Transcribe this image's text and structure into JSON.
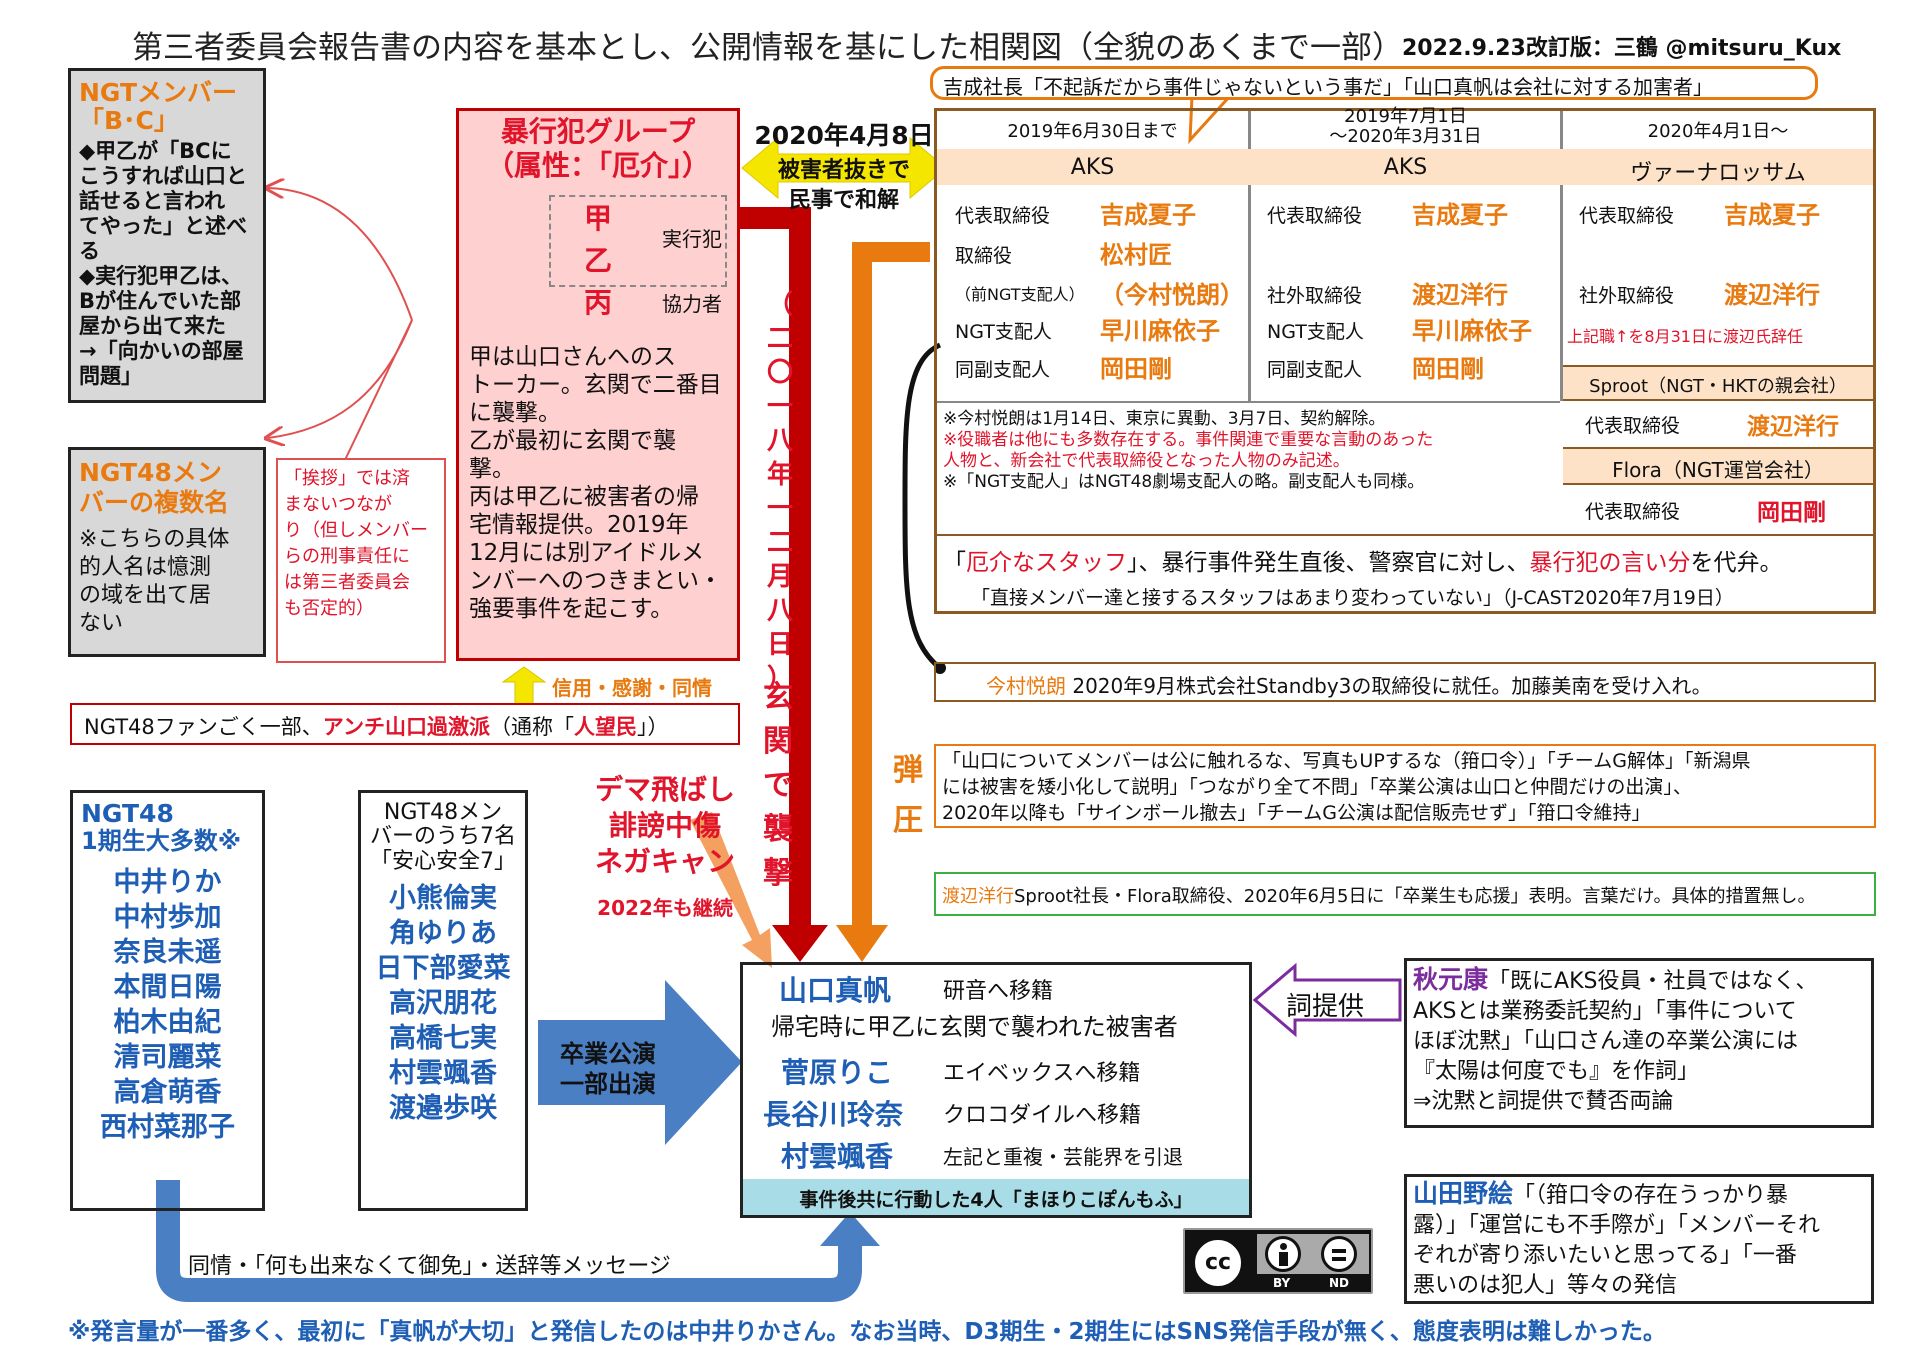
{
  "title": "第三者委員会報告書の内容を基本とし、公開情報を基にした相関図（全貌のあくまで一部）",
  "revision": "2022.9.23改訂版：三鶴 @mitsuru_Kux",
  "ngt_bc": {
    "title": "NGTメンバー「B･C」",
    "lines": [
      "◆甲乙が「BCに",
      "こうすれば山口と",
      "話せると言われ",
      "てやった」と述べ",
      "る",
      "◆実行犯甲乙は、",
      "Bが住んでいた部",
      "屋から出て来た",
      "→「向かいの部屋",
      "問題」"
    ]
  },
  "ngt_multi": {
    "title_line1": "NGT48メン",
    "title_line2": "バーの複数名",
    "lines": [
      "※こちらの具体",
      "的人名は憶測",
      "の域を出て居",
      "ない"
    ]
  },
  "aisatsu_note": {
    "lines": [
      "「挨拶」では済",
      "まないつながり（但しメンバー",
      "らの刑事責任に",
      "は第三者委員会",
      "も否定的）"
    ]
  },
  "aisatsu_lines": [
    "「挨拶」では済",
    "まないつなが",
    "り（但しメンバー",
    "らの刑事責任に",
    "は第三者委員会",
    "も否定的）"
  ],
  "perpetrators": {
    "title1": "暴行犯グループ",
    "title2": "（属性：「厄介」）",
    "names": [
      "甲",
      "乙",
      "丙"
    ],
    "role_exec": "実行犯",
    "role_help": "協力者",
    "desc": [
      "甲は山口さんへのス",
      "トーカー。玄関で二番目",
      "に襲撃。",
      "乙が最初に玄関で襲",
      "撃。",
      "丙は甲乙に被害者の帰",
      "宅情報提供。2019年",
      "12月には別アイドルメ",
      "ンバーへのつきまとい・",
      "強要事件を起こす。"
    ]
  },
  "settlement": {
    "date": "2020年4月8日",
    "line1": "被害者抜きで",
    "line2": "民事で和解"
  },
  "attack": {
    "date_vertical": "（二〇一八年一二月八日）",
    "action_vertical": "玄関で襲撃"
  },
  "trust": "信用・感謝・同情",
  "fans": {
    "prefix": "NGT48ファンごく一部、",
    "red": "アンチ山口過激派",
    "middle": "（通称「",
    "red2": "人望民",
    "suffix": "」）"
  },
  "dema": {
    "lines": [
      "デマ飛ばし",
      "誹謗中傷",
      "ネガキャン"
    ],
    "note": "2022年も継続"
  },
  "yoshinari_quote": "吉成社長「不起訴だから事件じゃないという事だ」「山口真帆は会社に対する加害者」",
  "org_table": {
    "periods": [
      "2019年6月30日まで",
      "2019年7月1日～2020年3月31日",
      "2020年4月1日～"
    ],
    "period2_line1": "2019年7月1日",
    "period2_line2": "～2020年3月31日",
    "companies": [
      "AKS",
      "AKS",
      "ヴァーナロッサム"
    ],
    "col1": [
      {
        "role": "代表取締役",
        "name": "吉成夏子"
      },
      {
        "role": "取締役",
        "name": "松村匠"
      },
      {
        "role": "（前NGT支配人）",
        "name": "（今村悦朗）"
      },
      {
        "role": "NGT支配人",
        "name": "早川麻依子"
      },
      {
        "role": "同副支配人",
        "name": "岡田剛"
      }
    ],
    "col2": [
      {
        "role": "代表取締役",
        "name": "吉成夏子"
      },
      {
        "role": "社外取締役",
        "name": "渡辺洋行"
      },
      {
        "role": "NGT支配人",
        "name": "早川麻依子"
      },
      {
        "role": "同副支配人",
        "name": "岡田剛"
      }
    ],
    "col3": [
      {
        "role": "代表取締役",
        "name": "吉成夏子"
      },
      {
        "role": "社外取締役",
        "name": "渡辺洋行"
      }
    ],
    "col3_note": "上記職↑を8月31日に渡辺氏辞任",
    "sproot": {
      "title": "Sproot（NGT・HKTの親会社）",
      "role": "代表取締役",
      "name": "渡辺洋行"
    },
    "flora": {
      "title": "Flora（NGT運営会社）",
      "role": "代表取締役",
      "name": "岡田剛"
    },
    "notes": [
      {
        "text": "※今村悦朗は1月14日、東京に異動、3月7日、契約解除。",
        "color": "black"
      },
      {
        "text": "※役職者は他にも多数存在する。事件関連で重要な言動のあった",
        "color": "red"
      },
      {
        "text": "人物と、新会社で代表取締役となった人物のみ記述。",
        "color": "red"
      },
      {
        "text": "※「NGT支配人」はNGT48劇場支配人の略。副支配人も同様。",
        "color": "black"
      }
    ]
  },
  "yakkai_staff": {
    "p1": "「",
    "r1": "厄介なスタッフ",
    "p2": "」、暴行事件発生直後、警察官に対し、",
    "r2": "暴行犯の言い分",
    "p3": "を代弁。"
  },
  "jcast": "「直接メンバー達と接するスタッフはあまり変わっていない」（J-CAST2020年7月19日）",
  "imamura": {
    "name": "今村悦朗",
    "text": " 2020年9月株式会社Standby3の取締役に就任。加藤美南を受け入れ。"
  },
  "oppression": {
    "label": [
      "弾",
      "圧"
    ],
    "lines": [
      "「山口についてメンバーは公に触れるな、写真もUPするな（箝口令）」「チームG解体」「新潟県",
      "には被害を矮小化して説明」「つながり全て不問」「卒業公演は山口と仲間だけの出演」、",
      "2020年以降も「サインボール撤去」「チームG公演は配信販売せず」「箝口令維持」"
    ]
  },
  "watanabe": {
    "name": "渡辺洋行",
    "text": "Sproot社長・Flora取締役、2020年6月5日に「卒業生も応援」表明。言葉だけ。具体的措置無し。"
  },
  "gen1": {
    "title1": "NGT48",
    "title2": "1期生大多数※",
    "names": [
      "中井りか",
      "中村歩加",
      "奈良未遥",
      "本間日陽",
      "柏木由紀",
      "清司麗菜",
      "高倉萌香",
      "西村菜那子"
    ]
  },
  "safe7": {
    "title1": "NGT48メン",
    "title2": "バーのうち7名",
    "title3": "「安心安全7」",
    "names": [
      "小熊倫実",
      "角ゆりあ",
      "日下部愛菜",
      "高沢朋花",
      "高橋七実",
      "村雲颯香",
      "渡邉歩咲"
    ]
  },
  "grad_arrow": {
    "line1": "卒業公演",
    "line2": "一部出演"
  },
  "victims": {
    "rows": [
      {
        "name": "山口真帆",
        "note": "研音へ移籍"
      },
      {
        "name": "菅原りこ",
        "note": "エイベックスへ移籍"
      },
      {
        "name": "長谷川玲奈",
        "note": "クロコダイルへ移籍"
      },
      {
        "name": "村雲颯香",
        "note": "左記と重複・芸能界を引退"
      }
    ],
    "victim_desc": "帰宅時に甲乙に玄関で襲われた被害者",
    "footer": "事件後共に行動した4人「まほりこぽんもふ」"
  },
  "lyrics_arrow": "詞提供",
  "akimoto": {
    "name": "秋元康",
    "lines": [
      "「既にAKS役員・社員ではなく、",
      "AKSとは業務委託契約」「事件について",
      "ほぼ沈黙」「山口さん達の卒業公演には",
      "『太陽は何度でも』を作詞」",
      "⇒沈黙と詞提供で賛否両論"
    ]
  },
  "yamada": {
    "name": "山田野絵",
    "lines": [
      "「（箝口令の存在うっかり暴",
      "露）」「運営にも不手際が」「メンバーそれ",
      "ぞれが寄り添いたいと思ってる」「一番",
      "悪いのは犯人」等々の発信"
    ]
  },
  "sympathy": "同情・「何も出来なくて御免」・送辞等メッセージ",
  "license": {
    "cc": "cc",
    "by": "BY",
    "nd": "ND"
  },
  "footnote": "※発言量が一番多く、最初に「真帆が大切」と発信したのは中井りかさん。なお当時、D3期生・2期生にはSNS発信手段が無く、態度表明は難しかった。",
  "colors": {
    "red": "#e0142a",
    "orange": "#e87a10",
    "blue": "#1e5fb5",
    "darkred": "#c00000",
    "pink": "#ffd0d0",
    "gray": "#d8d8d8",
    "peach": "#fde2c8",
    "teal": "#a8dce6",
    "green": "#3cb043",
    "purple": "#7b2d9e",
    "yellow": "#f5e600"
  }
}
